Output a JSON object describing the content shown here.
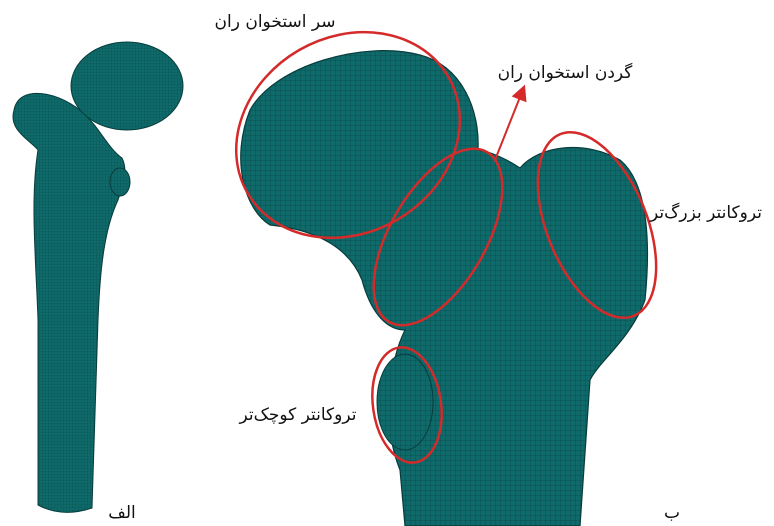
{
  "labels": {
    "femoral_head": "سر استخوان ران",
    "femoral_neck": "گردن استخوان ران",
    "greater_trochanter": "تروکانتر بزرگ‌تر",
    "lesser_trochanter": "تروکانتر کوچک‌تر",
    "panel_a": "الف",
    "panel_b": "ب"
  },
  "colors": {
    "mesh_fill": "#0f6b6b",
    "mesh_line": "#0a4a4a",
    "mesh_dark": "#083c3c",
    "highlight": "#d42a2a",
    "background": "#ffffff",
    "text": "#111111"
  }
}
